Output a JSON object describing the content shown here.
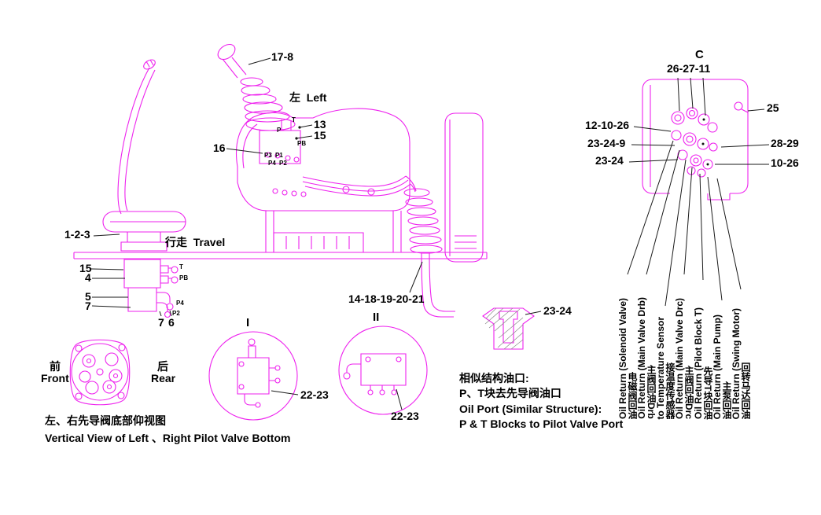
{
  "colors": {
    "diagram_line": "#ee22ee",
    "leader_line": "#1a1a1a",
    "text": "#000000",
    "background": "#ffffff"
  },
  "callouts": {
    "c17_8": "17-8",
    "c13": "13",
    "c15_top": "15",
    "c16": "16",
    "c1_2_3": "1-2-3",
    "c15_left": "15",
    "c4": "4",
    "c5": "5",
    "c7_left": "7",
    "c7_bottom": "7",
    "c6": "6",
    "c14_21": "14-18-19-20-21",
    "c22_23_i": "22-23",
    "c22_23_ii": "22-23",
    "c23_24_section": "23-24",
    "c26_27_11": "26-27-11",
    "c12_10_26": "12-10-26",
    "c23_24_9": "23-24-9",
    "c23_24_right": "23-24",
    "c25": "25",
    "c28_29": "28-29",
    "c10_26": "10-26",
    "c_ref": "C"
  },
  "labels": {
    "left": "左  Left",
    "travel": "行走  Travel",
    "view_i": "I",
    "view_ii": "II",
    "front_cn": "前",
    "front_en": "Front",
    "rear_cn": "后",
    "rear_en": "Rear",
    "bottom_caption_cn": "左、右先导阀底部仰视图",
    "bottom_caption_en": "Vertical View of Left 、Right Pilot Valve Bottom"
  },
  "note": {
    "line1": "相似结构油口:",
    "line2": "P、T块去先导阀油口",
    "line3": "Oil Port (Similar Structure):",
    "line4": "P & T Blocks to Pilot Valve Port"
  },
  "port_labels": [
    {
      "en": "Oil Return (Solenoid Valve)",
      "cn": "电磁阀回油"
    },
    {
      "en": "Oil Return (Main Valve Drb)",
      "cn": "主阀回油Drb"
    },
    {
      "en": "to Temperature Sensor",
      "cn": "接温度传感器"
    },
    {
      "en": "Oil Return (Main Valve Drc)",
      "cn": "主阀回油Drc"
    },
    {
      "en": "Oil Return (Pilot Block T)",
      "cn": "先导T块回油"
    },
    {
      "en": "Oil Return (Main Pump)",
      "cn": "主泵回油"
    },
    {
      "en": "Oil Return (Swing Motor)",
      "cn": "回转马达回油"
    }
  ],
  "small_ports": {
    "t": "T",
    "p": "P",
    "pb": "PB",
    "p3": "P3",
    "p1": "P1",
    "p4": "P4",
    "p2": "P2"
  }
}
